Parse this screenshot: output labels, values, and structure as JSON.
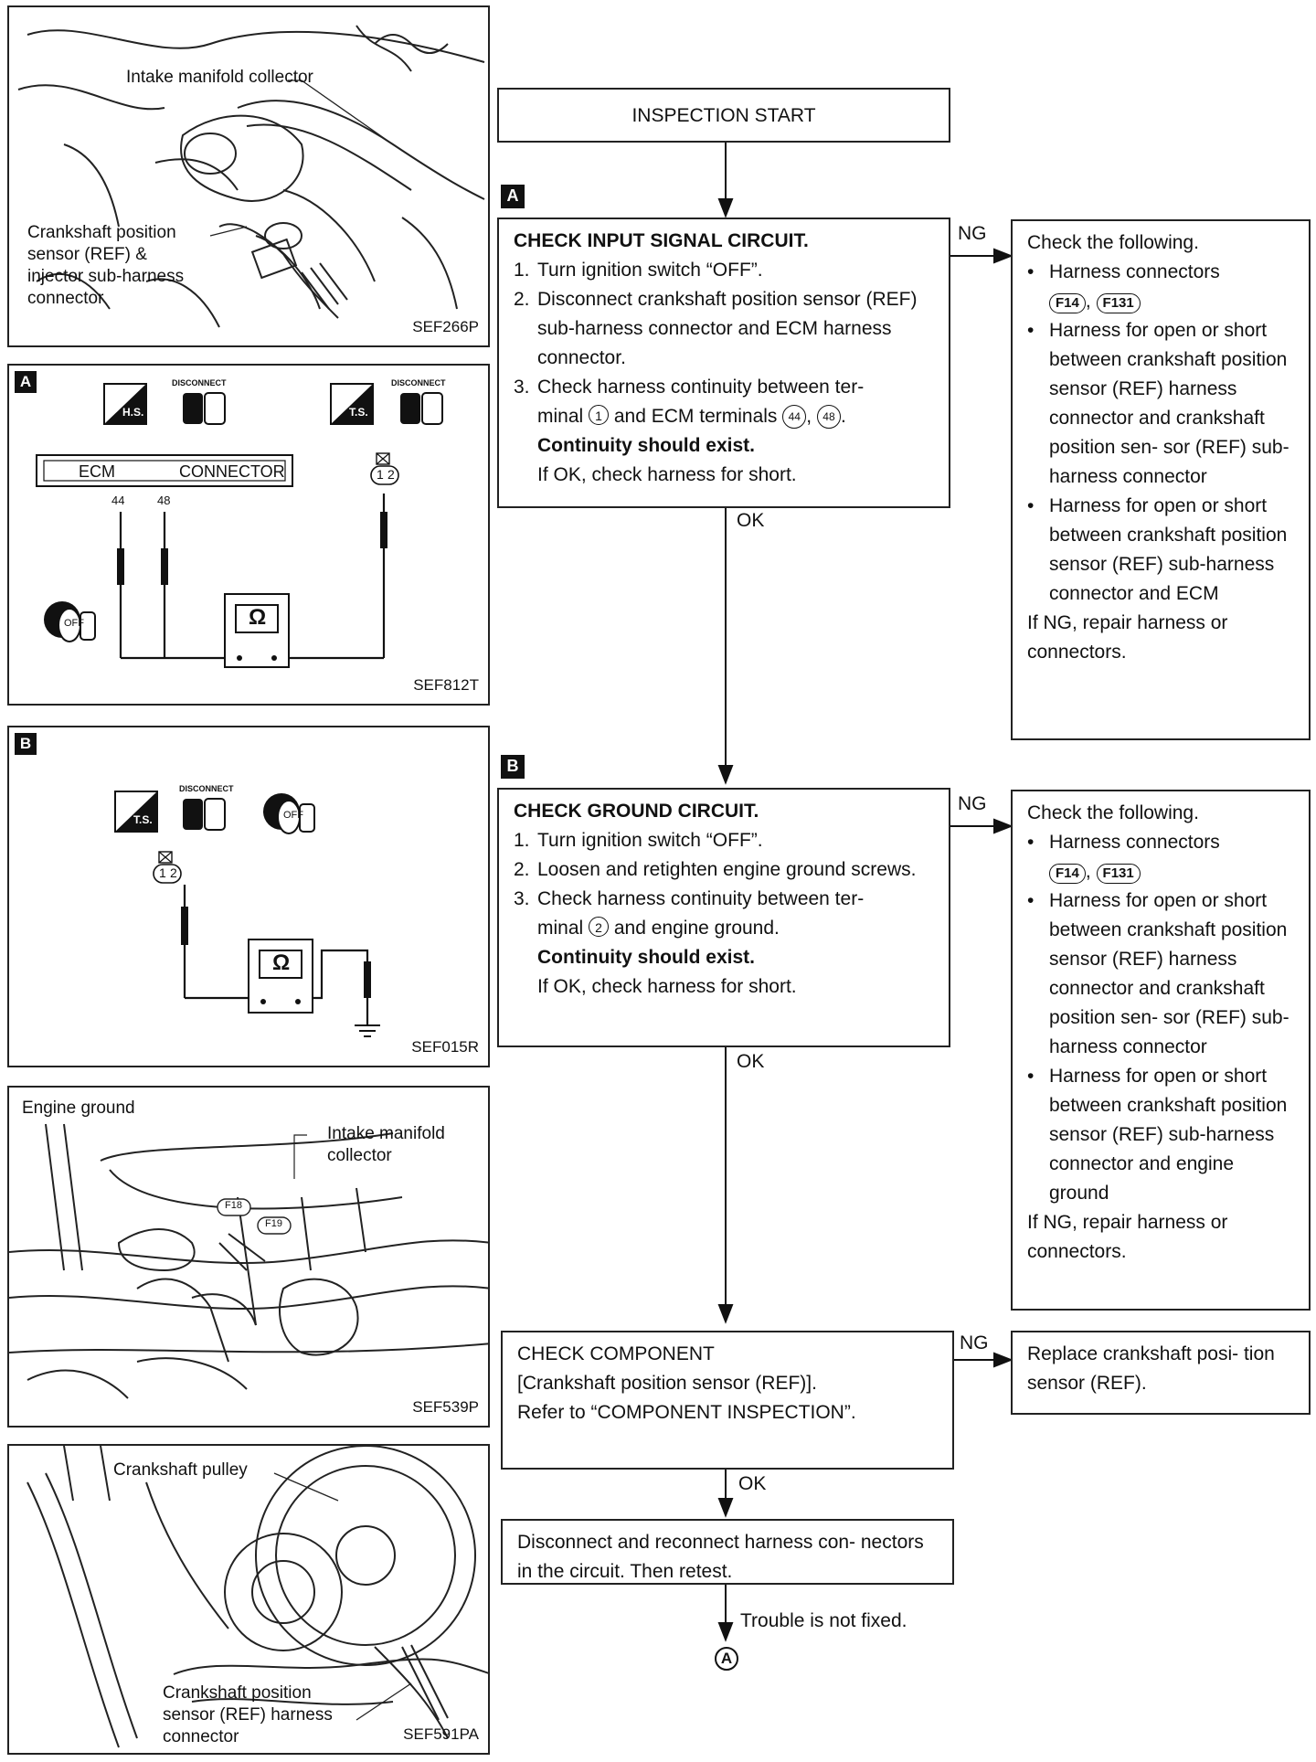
{
  "figures": {
    "fig1": {
      "code": "SEF266P",
      "labels": [
        "Intake manifold collector",
        "Crankshaft position",
        "sensor (REF) &",
        "injector sub-harness",
        "connector"
      ]
    },
    "figA": {
      "tag": "A",
      "code": "SEF812T",
      "hs": "H.S.",
      "ts": "T.S.",
      "disconnect": "DISCONNECT",
      "ecm": "ECM",
      "connector": "CONNECTOR",
      "pin44": "44",
      "pin48": "48",
      "pin1": "1",
      "pin2": "2",
      "ohm": "Ω",
      "off": "OFF"
    },
    "figB": {
      "tag": "B",
      "code": "SEF015R",
      "ts": "T.S.",
      "disconnect": "DISCONNECT",
      "pin1": "1",
      "pin2": "2",
      "ohm": "Ω",
      "off": "OFF"
    },
    "fig4": {
      "code": "SEF539P",
      "engine_ground": "Engine ground",
      "intake1": "Intake manifold",
      "intake2": "collector",
      "f18": "F18",
      "f19": "F19"
    },
    "fig5": {
      "code": "SEF591PA",
      "pulley": "Crankshaft pulley",
      "sensor1": "Crankshaft position",
      "sensor2": "sensor (REF) harness",
      "sensor3": "connector"
    }
  },
  "flow": {
    "start": "INSPECTION START",
    "tagA": "A",
    "tagB": "B",
    "ng": "NG",
    "ok": "OK",
    "step1": {
      "title": "CHECK INPUT SIGNAL CIRCUIT.",
      "items": [
        "Turn ignition switch “OFF”.",
        "Disconnect crankshaft position sensor (REF) sub-harness connector and ECM harness connector.",
        "Check harness continuity between ter-"
      ],
      "item3b": "minal",
      "item3c": "and ECM terminals",
      "item3d": ".",
      "t1": "1",
      "t44": "44",
      "t48": "48",
      "cont": "Continuity should exist.",
      "ifok": "If OK, check harness for short."
    },
    "ng1": {
      "head": "Check the following.",
      "b1": "Harness connectors",
      "c1": "F14",
      "c2": "F131",
      "b2": "Harness for open or short between crankshaft position sensor (REF) harness connector and crankshaft position sen- sor (REF) sub-harness connector",
      "b3": "Harness for open or short between crankshaft position sensor (REF) sub-harness connector and ECM",
      "tail": "If NG, repair harness or connectors."
    },
    "step2": {
      "title": "CHECK GROUND CIRCUIT.",
      "items": [
        "Turn ignition switch “OFF”.",
        "Loosen and retighten engine ground screws.",
        "Check harness continuity between ter-"
      ],
      "item3b": "minal",
      "item3c": "and engine ground.",
      "t2": "2",
      "cont": "Continuity should exist.",
      "ifok": "If OK, check harness for short."
    },
    "ng2": {
      "head": "Check the following.",
      "b1": "Harness connectors",
      "c1": "F14",
      "c2": "F131",
      "b2": "Harness for open or short between crankshaft position sensor (REF) harness connector and crankshaft position sen- sor (REF) sub-harness connector",
      "b3": "Harness for open or short between crankshaft position sensor (REF) sub-harness connector and engine ground",
      "tail": "If NG, repair harness or connectors."
    },
    "step3": {
      "l1": "CHECK COMPONENT",
      "l2": "[Crankshaft position sensor (REF)].",
      "l3": "Refer to “COMPONENT INSPECTION”."
    },
    "ng3": "Replace crankshaft posi- tion sensor (REF).",
    "step4": "Disconnect and reconnect harness con- nectors in the circuit. Then retest.",
    "trouble": "Trouble is not fixed.",
    "end": "A"
  }
}
